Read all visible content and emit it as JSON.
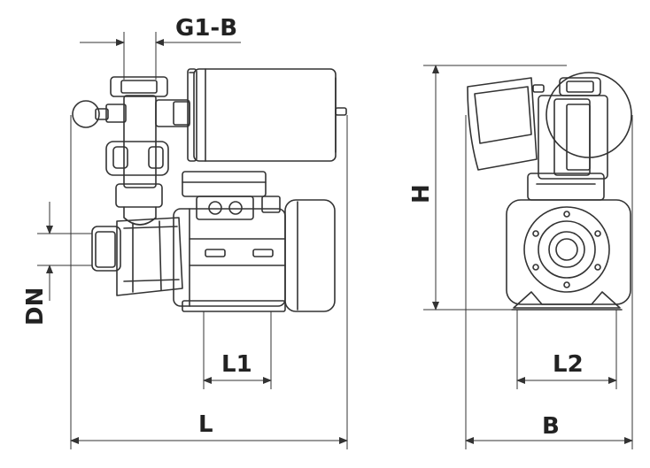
{
  "labels": {
    "g1b": "G1-B",
    "dn": "DN",
    "l1": "L1",
    "l": "L",
    "h": "H",
    "l2": "L2",
    "b": "B"
  }
}
